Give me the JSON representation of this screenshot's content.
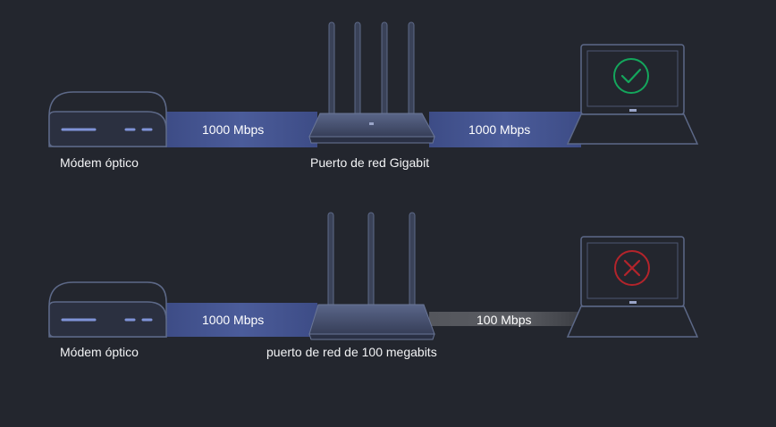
{
  "colors": {
    "background": "#23262e",
    "line": "#5d6988",
    "band_fast": "#4a5a96",
    "band_slow": "#5a5c62",
    "modem_light": "#7f93d8",
    "ok": "#14a65c",
    "error": "#b3242b"
  },
  "rows": [
    {
      "status_icon": "check-icon",
      "modem_label": "Módem óptico",
      "speed_left": "1000 Mbps",
      "router_label": "Puerto de red Gigabit",
      "speed_right": "1000 Mbps"
    },
    {
      "status_icon": "x-icon",
      "modem_label": "Módem óptico",
      "speed_left": "1000 Mbps",
      "router_label": "puerto de red de 100 megabits",
      "speed_right": "100 Mbps"
    }
  ]
}
